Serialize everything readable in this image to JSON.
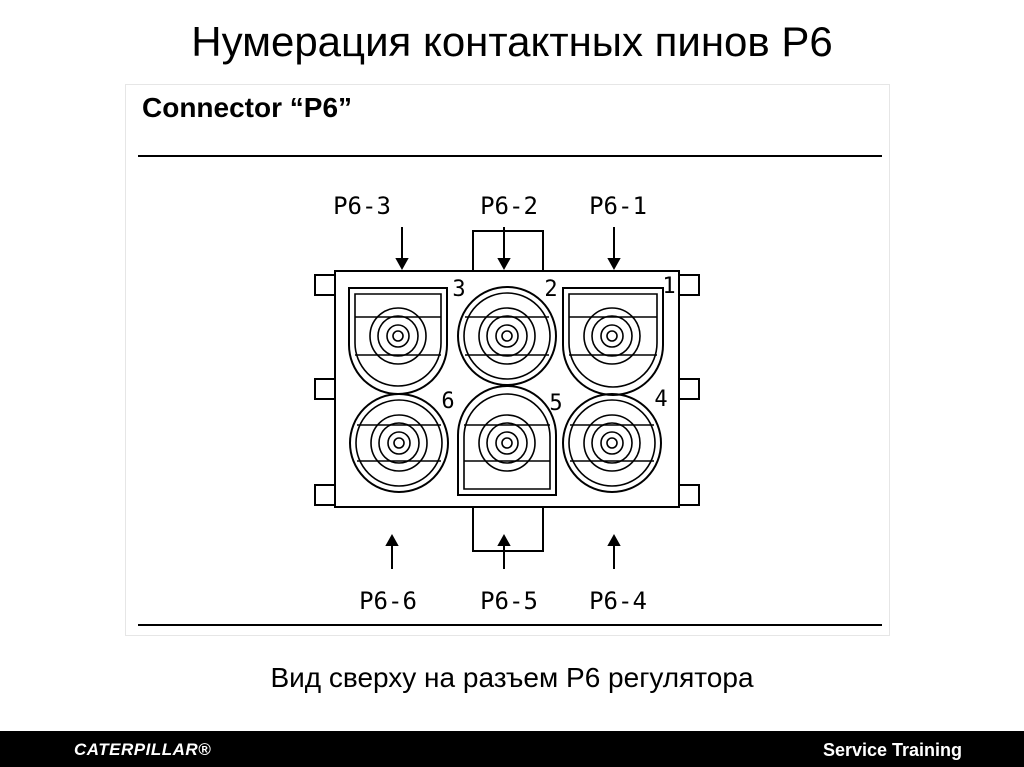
{
  "slide": {
    "title": "Нумерация контактных пинов P6",
    "caption": "Вид сверху на разъем P6 регулятора"
  },
  "diagram": {
    "heading": "Connector “P6”",
    "top_labels": [
      "P6-3",
      "P6-2",
      "P6-1"
    ],
    "bottom_labels": [
      "P6-6",
      "P6-5",
      "P6-4"
    ],
    "pin_numbers": [
      "3",
      "2",
      "1",
      "6",
      "5",
      "4"
    ]
  },
  "footer": {
    "brand": "CATERPILLAR®",
    "right_text": "Service Training"
  }
}
